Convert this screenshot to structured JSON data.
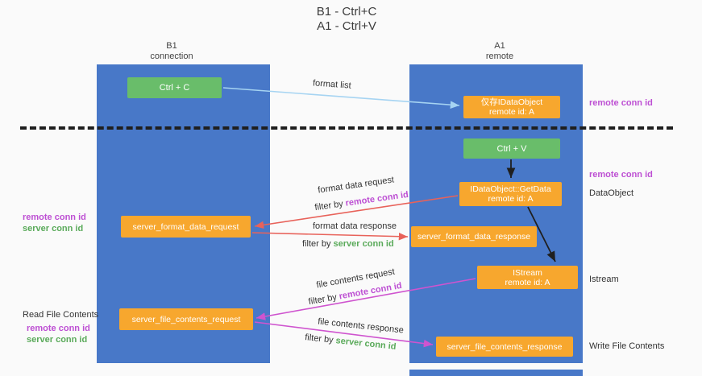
{
  "title": {
    "line1": "B1 - Ctrl+C",
    "line2": "A1 - Ctrl+V"
  },
  "columns": {
    "left": {
      "name": "B1",
      "subtitle": "connection"
    },
    "right": {
      "name": "A1",
      "subtitle": "remote"
    }
  },
  "boxes": {
    "ctrl_c": {
      "label": "Ctrl + C"
    },
    "idataobject": {
      "line1": "仅存IDataObject",
      "line2": "remote id: A"
    },
    "ctrl_v": {
      "label": "Ctrl + V"
    },
    "getdata": {
      "line1": "IDataObject::GetData",
      "line2": "remote id: A"
    },
    "istream": {
      "line1": "IStream",
      "line2": "remote id: A"
    },
    "server_format_data_request": {
      "label": "server_format_data_request"
    },
    "server_format_data_response": {
      "label": "server_format_data_response"
    },
    "server_file_contents_request": {
      "label": "server_file_contents_request"
    },
    "server_file_contents_response": {
      "label": "server_file_contents_response"
    }
  },
  "arrow_labels": {
    "format_list": "format list",
    "format_data_request": "format data request",
    "filter_remote_1": {
      "prefix": "filter by ",
      "value": "remote conn id"
    },
    "format_data_response": "format data response",
    "filter_server_1": {
      "prefix": "filter by ",
      "value": "server conn id"
    },
    "file_contents_request": "file contents request",
    "filter_remote_2": {
      "prefix": "filter by ",
      "value": "remote conn id"
    },
    "file_contents_response": "file contents response",
    "filter_server_2": {
      "prefix": "filter by ",
      "value": "server conn id"
    }
  },
  "side_labels": {
    "remote_conn_top": "remote conn id",
    "remote_conn_mid": "remote conn id",
    "dataobject": "DataObject",
    "istream": "Istream",
    "read_file": "Read File Contents",
    "write_file": "Write File Contents",
    "left_legend_1": {
      "remote": "remote conn id",
      "server": "server conn id"
    },
    "left_legend_2": {
      "remote": "remote conn id",
      "server": "server conn id"
    }
  },
  "colors": {
    "column_blue": "#4878c8",
    "box_orange": "#f7a72e",
    "box_green": "#69bd6a",
    "arrow_blue": "#a6d4f2",
    "arrow_red": "#e8625a",
    "arrow_magenta": "#cf54cf",
    "label_magenta": "#bd4fd3",
    "label_green": "#5aaa5a",
    "dashed_line": "#1f1f1f"
  }
}
